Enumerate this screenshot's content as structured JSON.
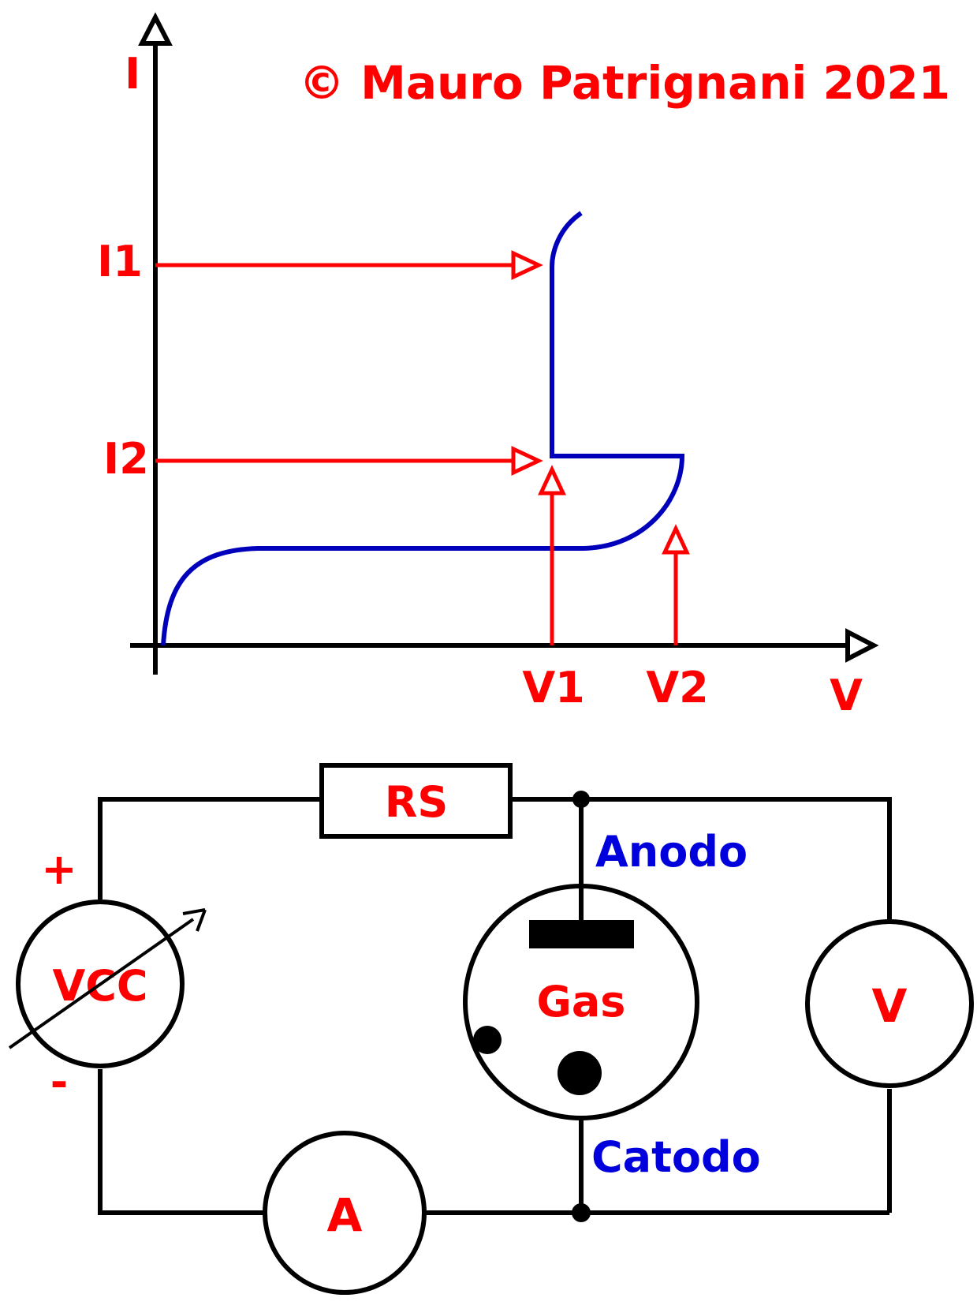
{
  "copyright": "© Mauro Patrignani 2021",
  "graph": {
    "y_axis_label": "I",
    "x_axis_label": "V",
    "i1_label": "I1",
    "i2_label": "I2",
    "v1_label": "V1",
    "v2_label": "V2"
  },
  "circuit": {
    "resistor_label": "RS",
    "source_label": "VCC",
    "plus_label": "+",
    "minus_label": "-",
    "tube_label": "Gas",
    "anode_label": "Anodo",
    "cathode_label": "Catodo",
    "voltmeter_label": "V",
    "ammeter_label": "A"
  },
  "colors": {
    "label_red": "#ff0000",
    "curve_blue": "#0000bb",
    "electrode_blue": "#0000dd",
    "line_black": "#000000"
  }
}
